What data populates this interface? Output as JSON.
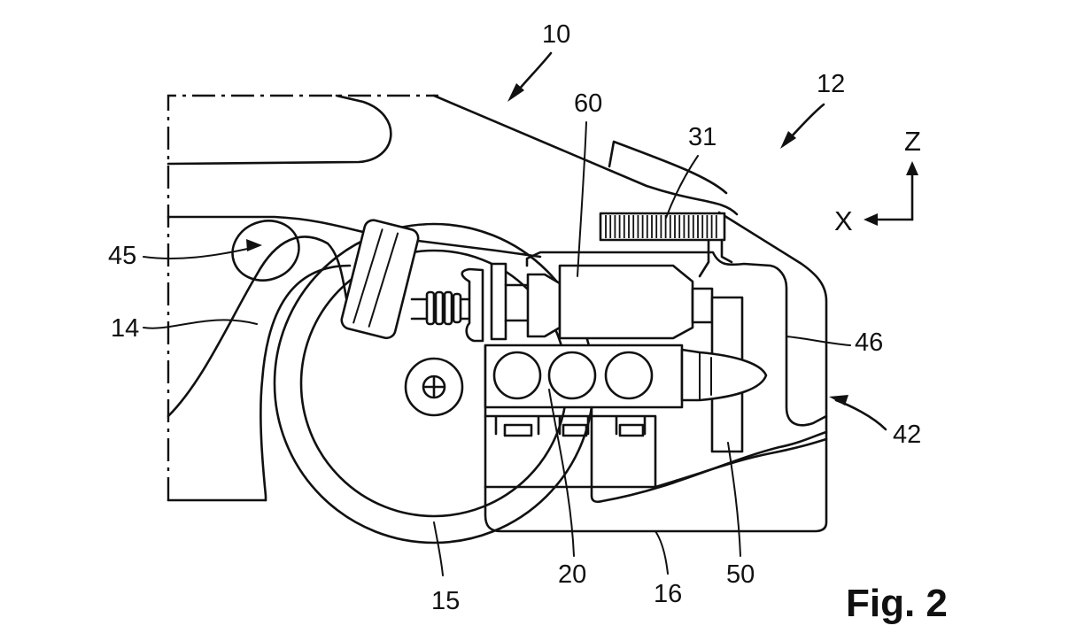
{
  "figure": {
    "caption": "Fig. 2",
    "axes": {
      "vertical": "Z",
      "horizontal": "X"
    },
    "reference_numerals": {
      "n10": "10",
      "n12": "12",
      "n60": "60",
      "n31": "31",
      "n45": "45",
      "n14": "14",
      "n46": "46",
      "n42": "42",
      "n15": "15",
      "n20": "20",
      "n16": "16",
      "n50": "50"
    }
  }
}
